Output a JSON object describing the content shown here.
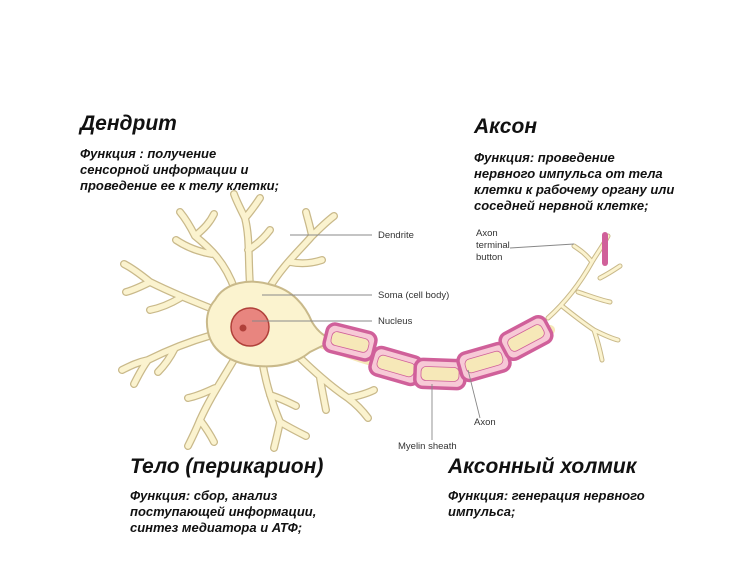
{
  "blocks": {
    "dendrite": {
      "title": "Дендрит",
      "lines": [
        "Функция :  получение",
        "сенсорной информации и",
        "проведение ее к телу клетки;"
      ]
    },
    "axon": {
      "title": "Аксон",
      "lines": [
        "Функция: проведение",
        "нервного импульса от тела",
        "клетки к рабочему органу или",
        "соседней нервной клетке;"
      ]
    },
    "body": {
      "title": "Тело (перикарион)",
      "lines": [
        "Функция: сбор, анализ",
        "поступающей информации,",
        "синтез медиатора и АТФ;"
      ]
    },
    "hillock": {
      "title": "Аксонный холмик",
      "lines": [
        "Функция: генерация нервного",
        "импульса;"
      ]
    }
  },
  "labels": {
    "dendrite": "Dendrite",
    "terminal": [
      "Axon",
      "terminal",
      "button"
    ],
    "soma": "Soma (cell body)",
    "nucleus": "Nucleus",
    "axon": "Axon",
    "myelin": "Myelin sheath"
  },
  "colors": {
    "cell_fill": "#fbf3cf",
    "cell_stroke": "#c9b98a",
    "myelin_outer": "#d0609a",
    "myelin_fill": "#f7c9d6",
    "axon_core": "#f6e8b8",
    "nucleus_fill": "#e8857f",
    "nucleolus": "#b0403a",
    "leader": "#888888"
  }
}
